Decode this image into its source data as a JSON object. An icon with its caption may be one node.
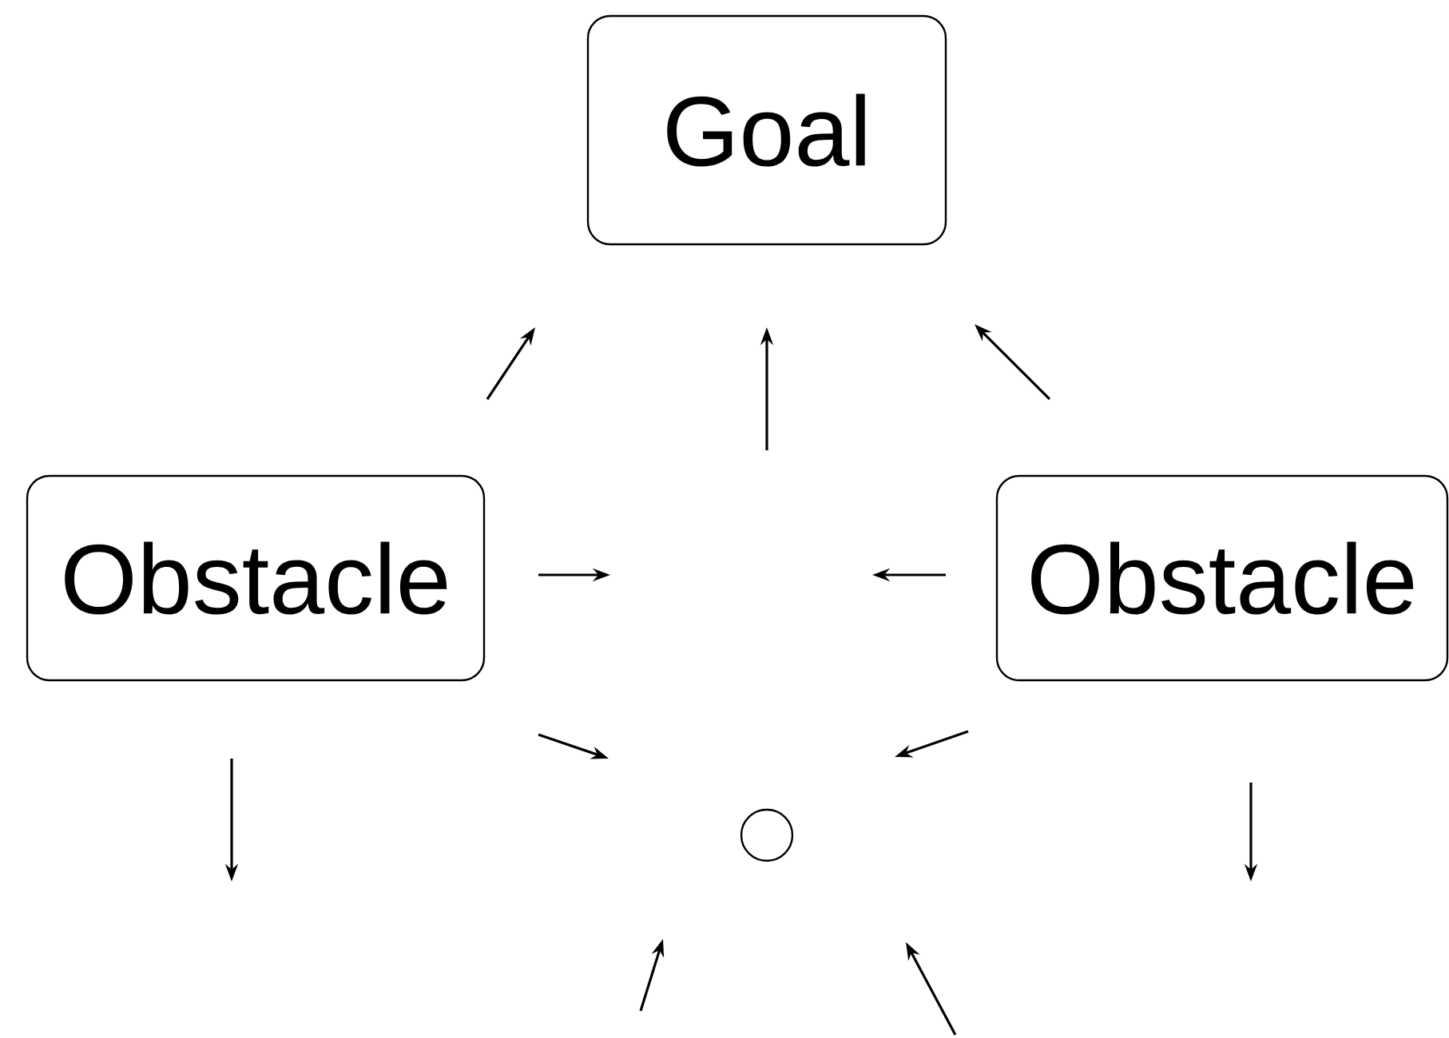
{
  "diagram": {
    "nodes": [
      {
        "text": [
          "Goal"
        ]
      },
      {
        "text": [
          "Obstacle"
        ]
      },
      {
        "text": [
          "Obstacle"
        ]
      },
      {
        "text": [],
        "shape": "circle"
      }
    ]
  }
}
